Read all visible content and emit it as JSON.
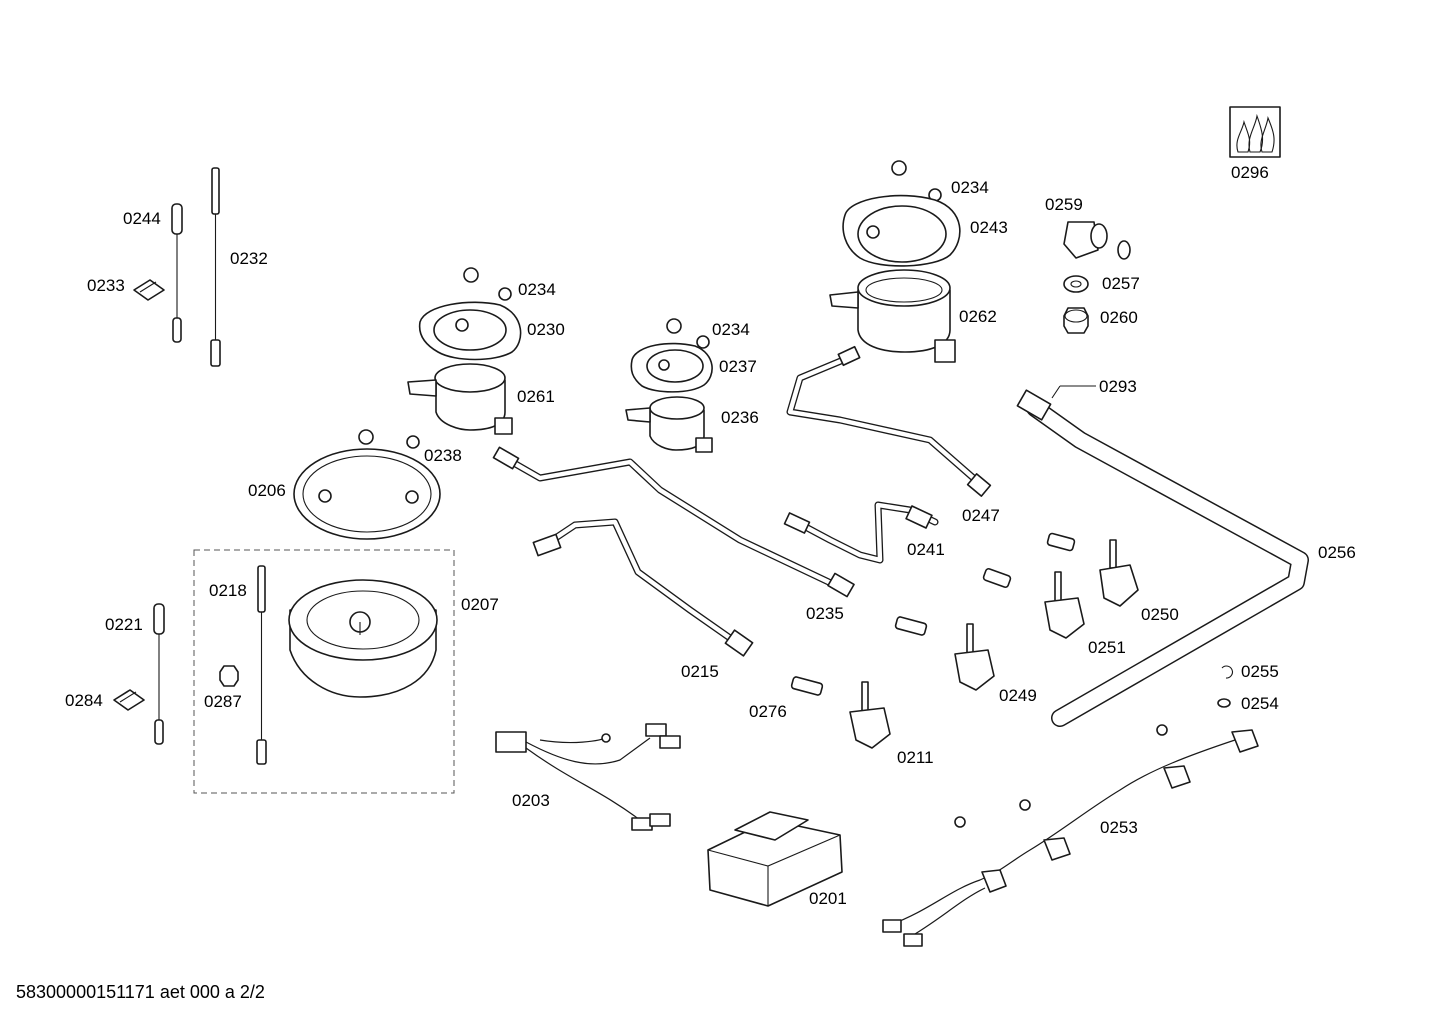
{
  "footer": "58300000151171 aet 000 a 2/2",
  "labels": {
    "p0296": "0296",
    "p0234a": "0234",
    "p0243": "0243",
    "p0259": "0259",
    "p0257": "0257",
    "p0260": "0260",
    "p0262": "0262",
    "p0244": "0244",
    "p0232": "0232",
    "p0233": "0233",
    "p0234b": "0234",
    "p0230": "0230",
    "p0234c": "0234",
    "p0237": "0237",
    "p0261": "0261",
    "p0236": "0236",
    "p0293": "0293",
    "p0238": "0238",
    "p0206": "0206",
    "p0247": "0247",
    "p0241": "0241",
    "p0256": "0256",
    "p0218": "0218",
    "p0207": "0207",
    "p0221": "0221",
    "p0235": "0235",
    "p0250": "0250",
    "p0251": "0251",
    "p0215": "0215",
    "p0255": "0255",
    "p0284": "0284",
    "p0287": "0287",
    "p0249": "0249",
    "p0254": "0254",
    "p0276": "0276",
    "p0211": "0211",
    "p0203": "0203",
    "p0253": "0253",
    "p0201": "0201"
  }
}
